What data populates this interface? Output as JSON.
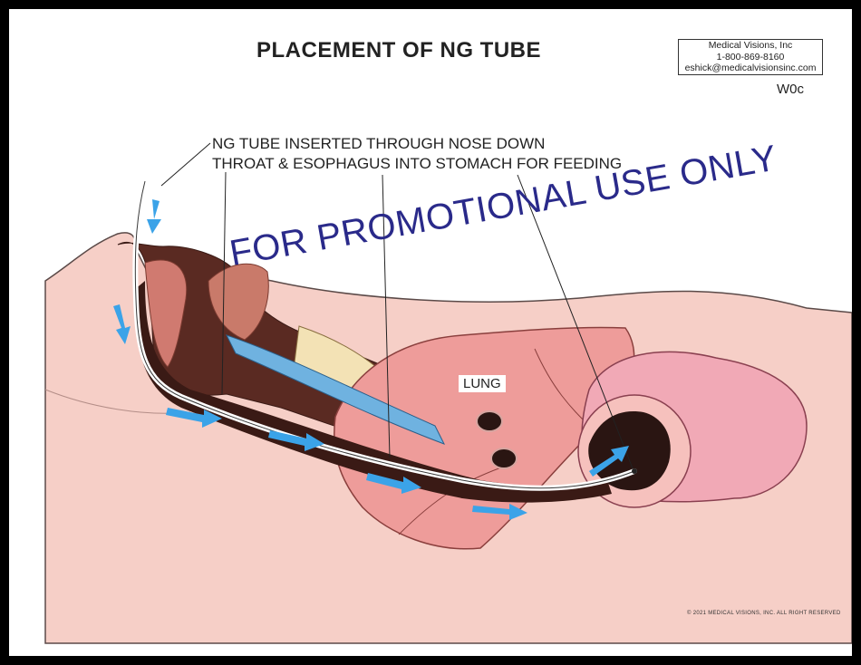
{
  "title": "PLACEMENT OF NG TUBE",
  "credit": {
    "company": "Medical Visions, Inc",
    "phone": "1-800-869-8160",
    "email": "eshick@medicalvisionsinc.com"
  },
  "exhibit_code": "W0c",
  "callout": {
    "line1": "NG TUBE INSERTED THROUGH NOSE DOWN",
    "line2": "THROAT & ESOPHAGUS INTO STOMACH FOR FEEDING"
  },
  "labels": {
    "lung": "LUNG"
  },
  "watermark": "FOR PROMOTIONAL USE ONLY",
  "copyright": "© 2021 MEDICAL VISIONS, INC. ALL RIGHT RESERVED",
  "colors": {
    "skin": "#f6cfc7",
    "lung": "#ee9c9a",
    "stomach": "#f1a9b6",
    "tract_dark": "#5a2a22",
    "arrow": "#3ba3e8",
    "watermark": "#2a2a8a"
  }
}
